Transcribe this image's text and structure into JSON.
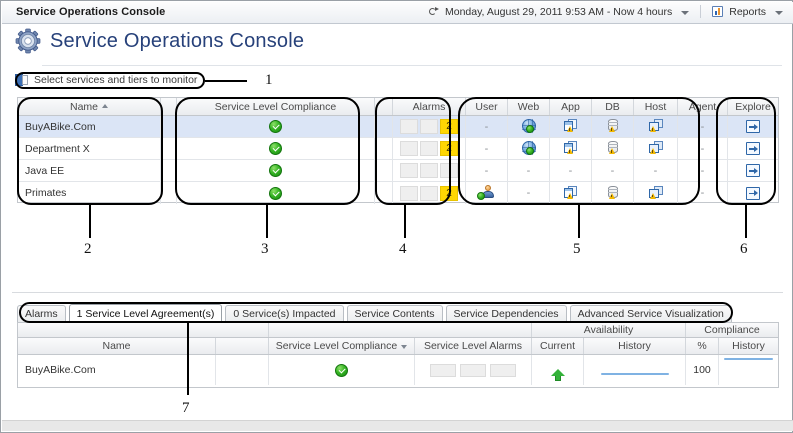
{
  "window": {
    "title": "Service Operations Console",
    "time_range": "Monday, August 29, 2011 9:53 AM - Now 4 hours",
    "reports_label": "Reports",
    "clock_icon": "clock-refresh-icon",
    "reports_icon": "report-chart-icon"
  },
  "page": {
    "heading": "Service Operations Console",
    "heading_icon": "gear-icon",
    "select_services_label": "Select services and tiers to monitor",
    "select_services_icon": "panel-expand-icon"
  },
  "services_table": {
    "headers": {
      "name": "Name",
      "name_sort": "ascending",
      "compliance": "Service Level Compliance",
      "alarms": "Alarms",
      "tiers": [
        "User",
        "Web",
        "App",
        "DB",
        "Host",
        "Agent"
      ],
      "explore": "Explore"
    },
    "rows": [
      {
        "name": "BuyABike.Com",
        "selected": true,
        "compliance": "ok",
        "alarms": [
          "",
          "",
          "2"
        ],
        "tiers": [
          "-",
          "web",
          "app",
          "db",
          "host",
          "-"
        ],
        "explore": "explore-icon"
      },
      {
        "name": "Department X",
        "selected": false,
        "compliance": "ok",
        "alarms": [
          "",
          "",
          "2"
        ],
        "tiers": [
          "-",
          "web",
          "app",
          "db",
          "host",
          "-"
        ],
        "explore": "explore-icon"
      },
      {
        "name": "Java EE",
        "selected": false,
        "compliance": "ok",
        "alarms": [
          "",
          "",
          ""
        ],
        "tiers": [
          "-",
          "-",
          "-",
          "-",
          "-",
          "-"
        ],
        "explore": "explore-icon"
      },
      {
        "name": "Primates",
        "selected": false,
        "compliance": "ok",
        "alarms": [
          "",
          "",
          "2"
        ],
        "tiers": [
          "user",
          "-",
          "app",
          "db",
          "host",
          "-"
        ],
        "explore": "explore-icon"
      }
    ]
  },
  "detail_panel": {
    "tabs": [
      {
        "label": "Alarms",
        "active": false
      },
      {
        "label": "1 Service Level Agreement(s)",
        "active": true
      },
      {
        "label": "0 Service(s) Impacted",
        "active": false
      },
      {
        "label": "Service Contents",
        "active": false
      },
      {
        "label": "Service Dependencies",
        "active": false
      },
      {
        "label": "Advanced Service Visualization",
        "active": false
      }
    ],
    "headers": {
      "name": "Name",
      "compliance": "Service Level Compliance",
      "compliance_sort": "descending",
      "sl_alarms": "Service Level Alarms",
      "availability": "Availability",
      "availability_current": "Current",
      "availability_history": "History",
      "compliance_group": "Compliance",
      "compliance_pct": "%",
      "compliance_history": "History"
    },
    "rows": [
      {
        "name": "BuyABike.Com",
        "compliance": "ok",
        "sl_alarms": [
          "",
          "",
          ""
        ],
        "availability_current": "up",
        "availability_history": "sparkline",
        "compliance_pct": "100",
        "compliance_history": "sparkline"
      }
    ]
  },
  "callouts": [
    {
      "number": "1"
    },
    {
      "number": "2"
    },
    {
      "number": "3"
    },
    {
      "number": "4"
    },
    {
      "number": "5"
    },
    {
      "number": "6"
    },
    {
      "number": "7"
    }
  ],
  "colors": {
    "title_blue": "#27417a",
    "selected_row": "#dbe5f6",
    "alarm_yellow": "#ffd703",
    "ok_green": "#36b524",
    "sparkline_blue": "#7fb2e3"
  }
}
